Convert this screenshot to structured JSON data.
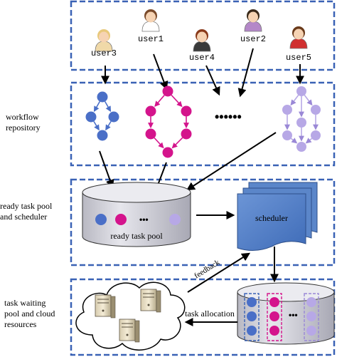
{
  "sections": {
    "workflow_repository": "workflow\nrepository",
    "ready_pool_scheduler": "ready task pool\nand scheduler",
    "waiting_pool_cloud": "task waiting\npool and cloud\nresources"
  },
  "users": [
    {
      "label": "user3",
      "hair": "#e8c87a",
      "shirt": "#f0d9a8"
    },
    {
      "label": "user1",
      "hair": "#7a4a2a",
      "shirt": "#ffffff"
    },
    {
      "label": "user4",
      "hair": "#8a3a1a",
      "shirt": "#3a3a3a"
    },
    {
      "label": "user2",
      "hair": "#3a2a1a",
      "shirt": "#b488c8"
    },
    {
      "label": "user5",
      "hair": "#6a3a1a",
      "shirt": "#d03030"
    }
  ],
  "workflow_dots": "••••••",
  "ready_pool": {
    "label": "ready task pool",
    "ellipsis": "•••",
    "task_colors": [
      "#4a6fc7",
      "#d4148c",
      "#b7a8e6"
    ]
  },
  "scheduler_label": "scheduler",
  "feedback_label": "feedback",
  "task_allocation_label": "task allocation",
  "waiting_pool_ellipsis": "•••",
  "colors": {
    "dashed_border": "#3a62b5",
    "blue_task": "#4a6fc7",
    "magenta_task": "#d4148c",
    "lavender_task": "#b7a8e6",
    "doc_fill": "#5b86c9",
    "cylinder_fill": "#d9d9df"
  }
}
